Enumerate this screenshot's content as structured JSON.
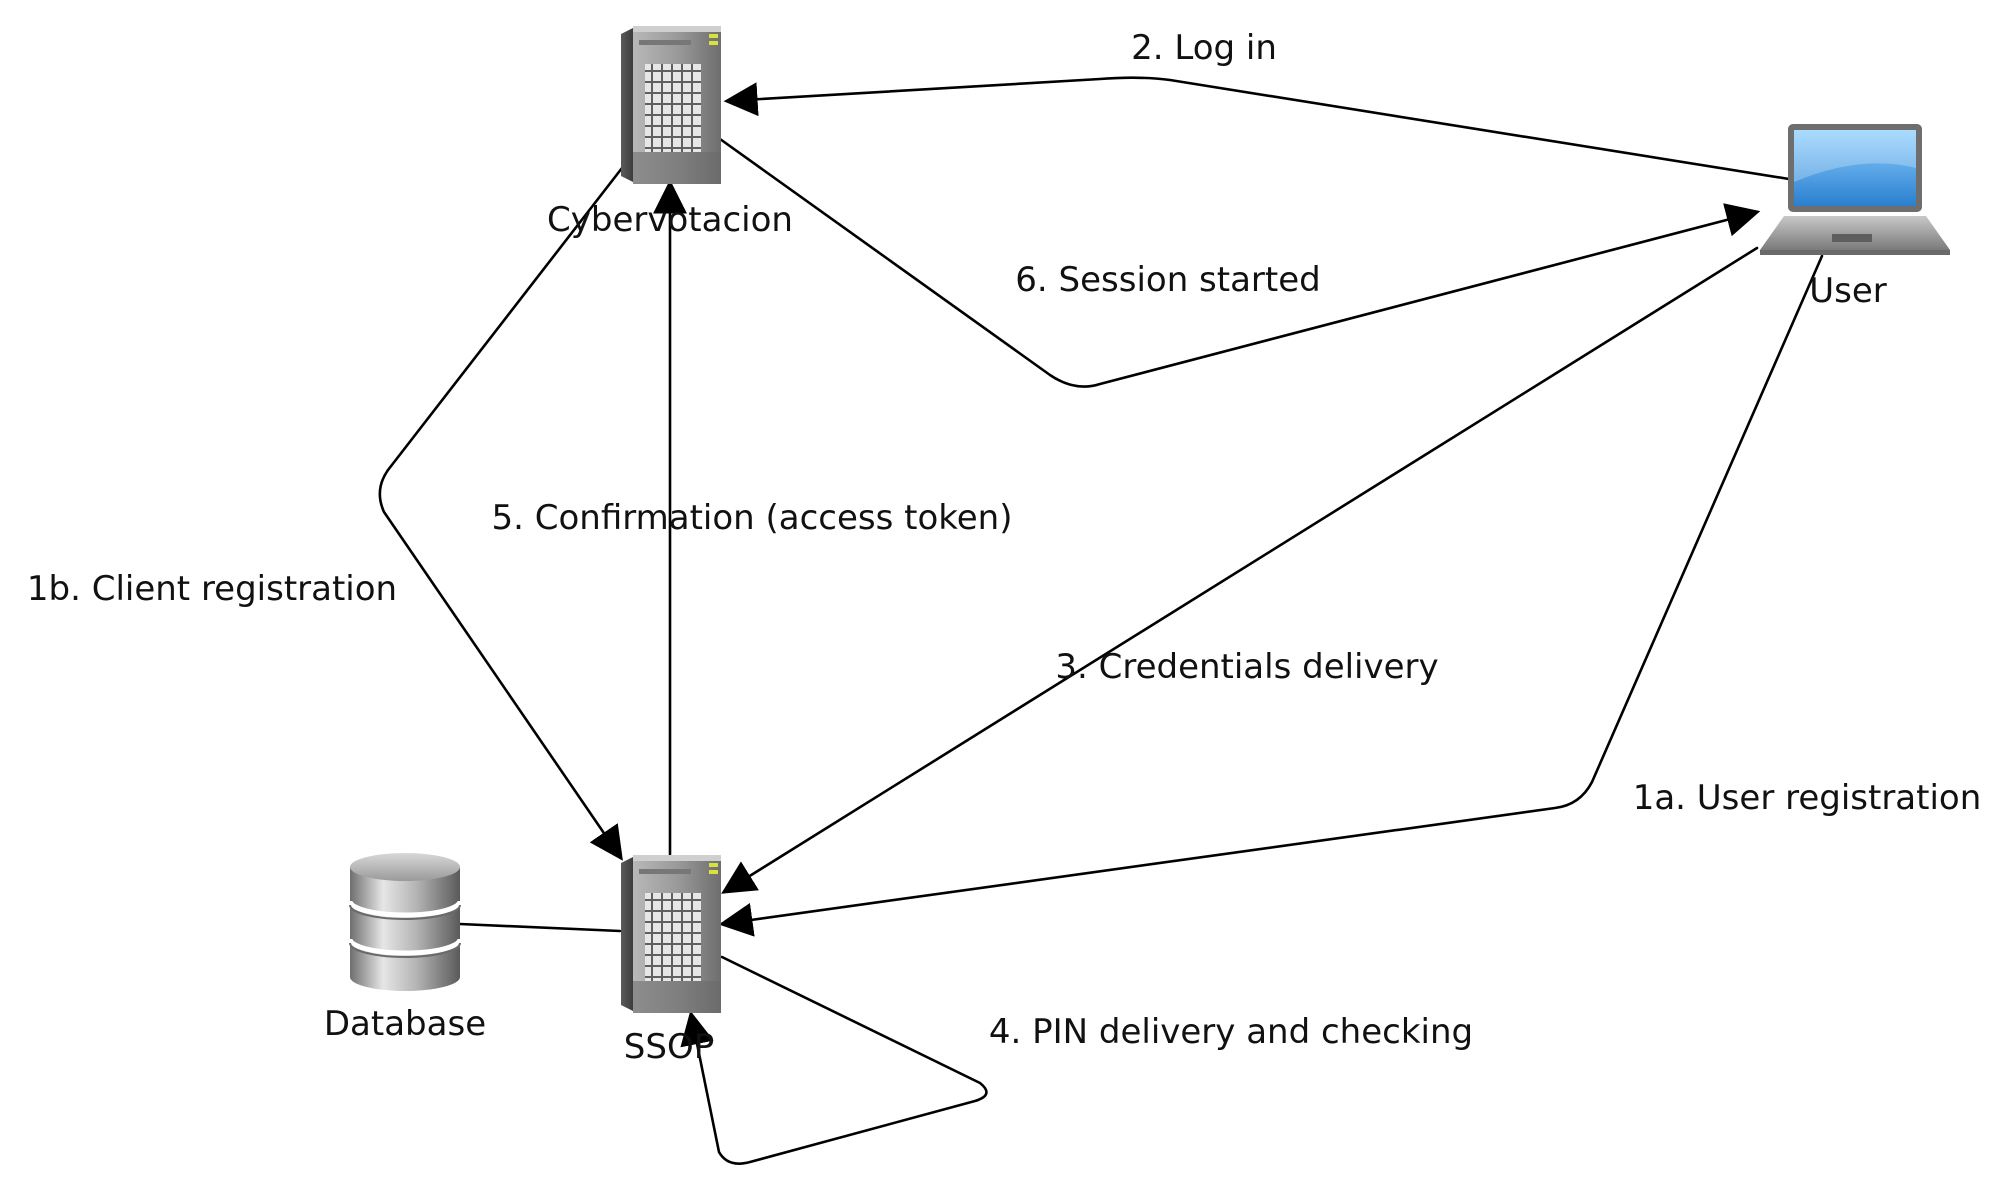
{
  "nodes": {
    "cybervotacion": {
      "label": "Cybervotacion",
      "icon": "server-icon"
    },
    "ssop": {
      "label": "SSOP",
      "icon": "server-icon"
    },
    "user": {
      "label": "User",
      "icon": "laptop-icon"
    },
    "database": {
      "label": "Database",
      "icon": "database-icon"
    }
  },
  "edges": {
    "log_in": "2. Log in",
    "session_started": "6. Session started",
    "confirmation": "5. Confirmation (access token)",
    "client_registration": "1b. Client registration",
    "credentials_delivery": "3. Credentials delivery",
    "user_registration": "1a. User registration",
    "pin_delivery": "4. PIN delivery and checking"
  },
  "colors": {
    "line": "#000000",
    "server_gray": "#8a8a8a",
    "laptop_screen": "#3a8fd6",
    "server_led": "#d8e23a"
  }
}
